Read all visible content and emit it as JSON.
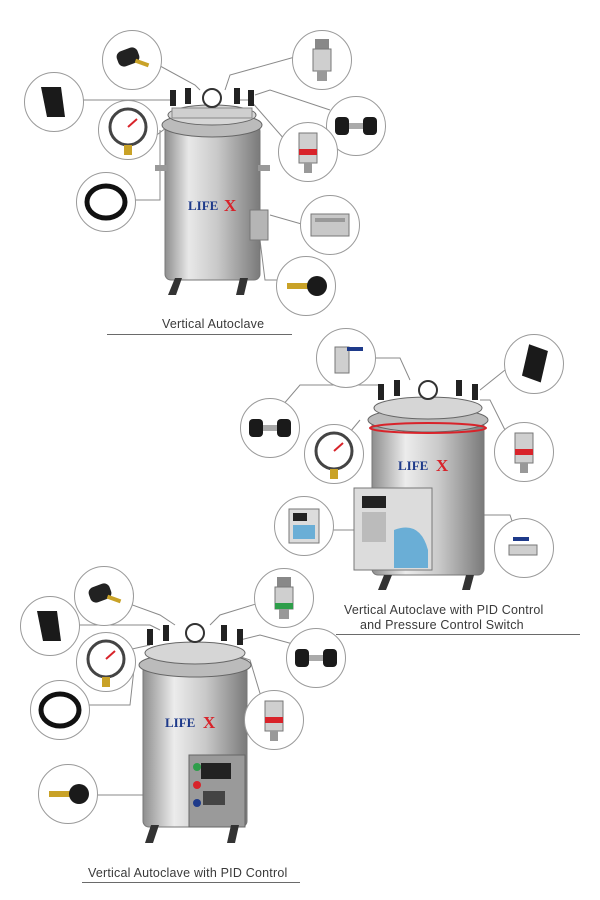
{
  "brand": {
    "name_part1": "LIFE",
    "name_part2": "X",
    "accent": "#d8232a",
    "navy": "#1e3a8a"
  },
  "products": [
    {
      "caption": "Vertical Autoclave"
    },
    {
      "caption_line1": "Vertical Autoclave with PID Control",
      "caption_line2": "and Pressure Control Switch"
    },
    {
      "caption": "Vertical Autoclave with PID Control"
    }
  ]
}
